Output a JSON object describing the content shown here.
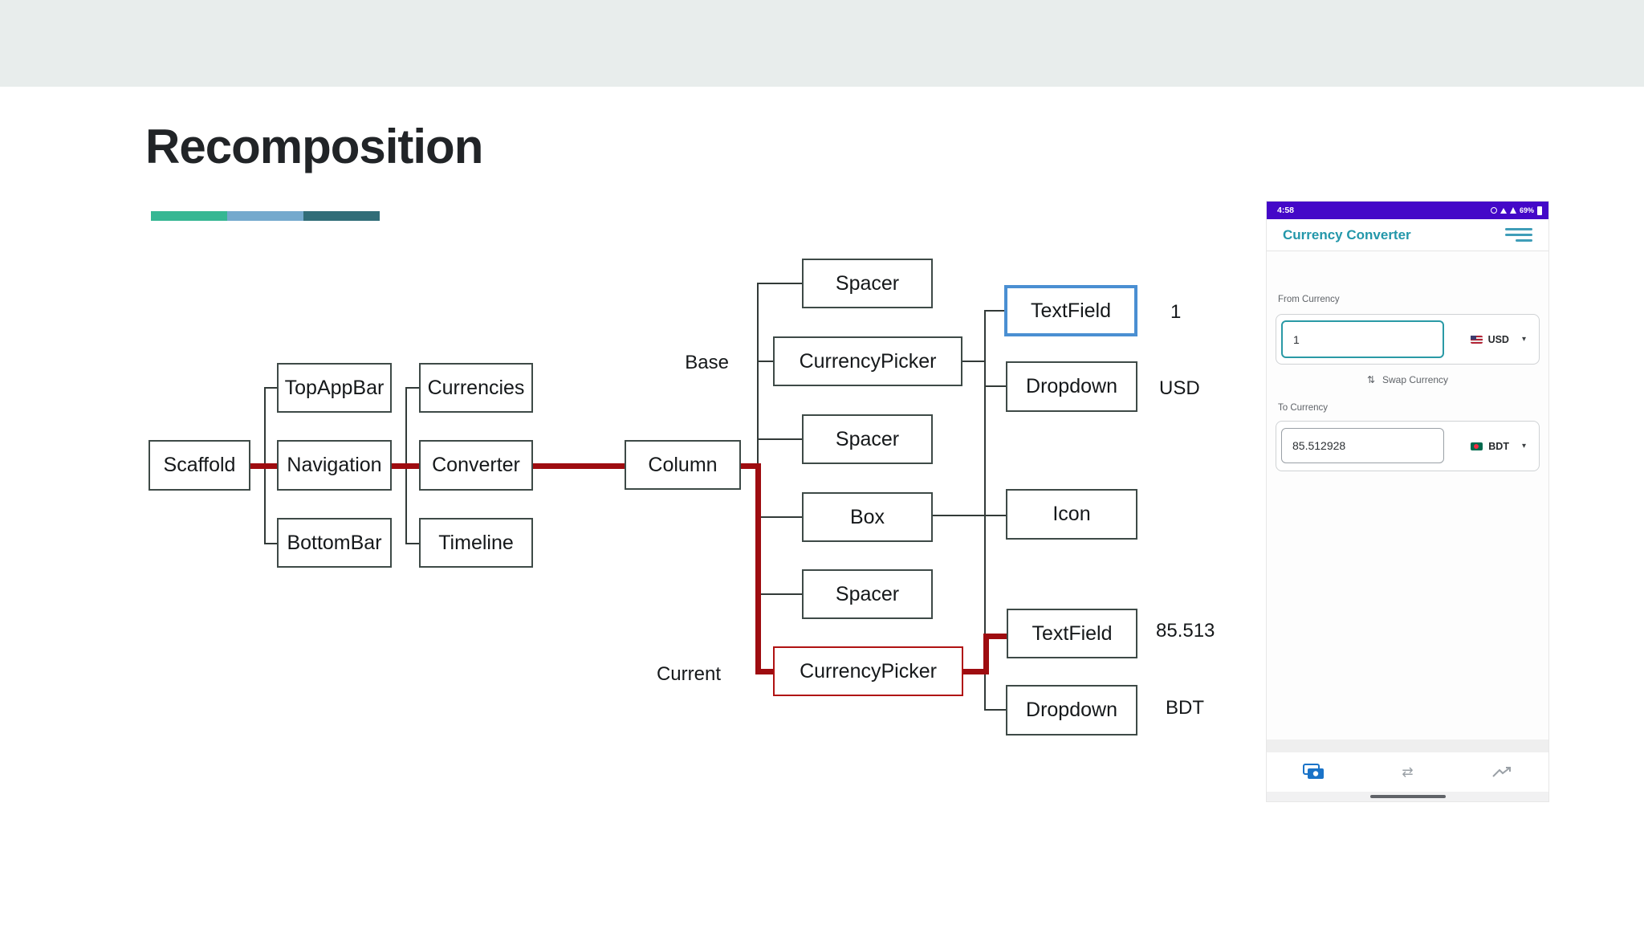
{
  "slide": {
    "title": "Recomposition",
    "accent_bar_colors": [
      "#36b793",
      "#74a9cd",
      "#316d78"
    ],
    "top_band_color": "#e8edec"
  },
  "diagram": {
    "node_labels": {
      "scaffold": "Scaffold",
      "topappbar": "TopAppBar",
      "navigation": "Navigation",
      "bottombar": "BottomBar",
      "currencies": "Currencies",
      "converter": "Converter",
      "timeline": "Timeline",
      "column": "Column",
      "spacer1": "Spacer",
      "currencypicker_base": "CurrencyPicker",
      "spacer2": "Spacer",
      "box": "Box",
      "spacer3": "Spacer",
      "currencypicker_current": "CurrencyPicker",
      "textfield_base": "TextField",
      "dropdown_base": "Dropdown",
      "icon": "Icon",
      "textfield_current": "TextField",
      "dropdown_current": "Dropdown"
    },
    "annotations": {
      "base": "Base",
      "current": "Current",
      "textfield_base_value": "1",
      "dropdown_base_value": "USD",
      "textfield_current_value": "85.513",
      "dropdown_current_value": "BDT"
    },
    "colors": {
      "recomposition_path": "#9e0c10",
      "connector": "#323a38",
      "node_border": "#3e4a47",
      "base_highlight_border": "#4a8fd2",
      "current_highlight_border": "#b01212"
    }
  },
  "phone": {
    "status_bar": {
      "time": "4:58",
      "battery_percent": "69%"
    },
    "app_bar": {
      "title": "Currency Converter"
    },
    "from_section": {
      "label": "From Currency",
      "value": "1",
      "currency": "USD"
    },
    "swap": {
      "label": "Swap Currency",
      "icon_glyph": "⇅"
    },
    "to_section": {
      "label": "To Currency",
      "value": "85.512928",
      "currency": "BDT"
    },
    "caret_glyph": "▾",
    "nav": {
      "exchange_glyph": "⇄"
    },
    "colors": {
      "status_bar": "#4408c8",
      "accent": "#2397aa",
      "nav_selected": "#1a73c8"
    }
  }
}
